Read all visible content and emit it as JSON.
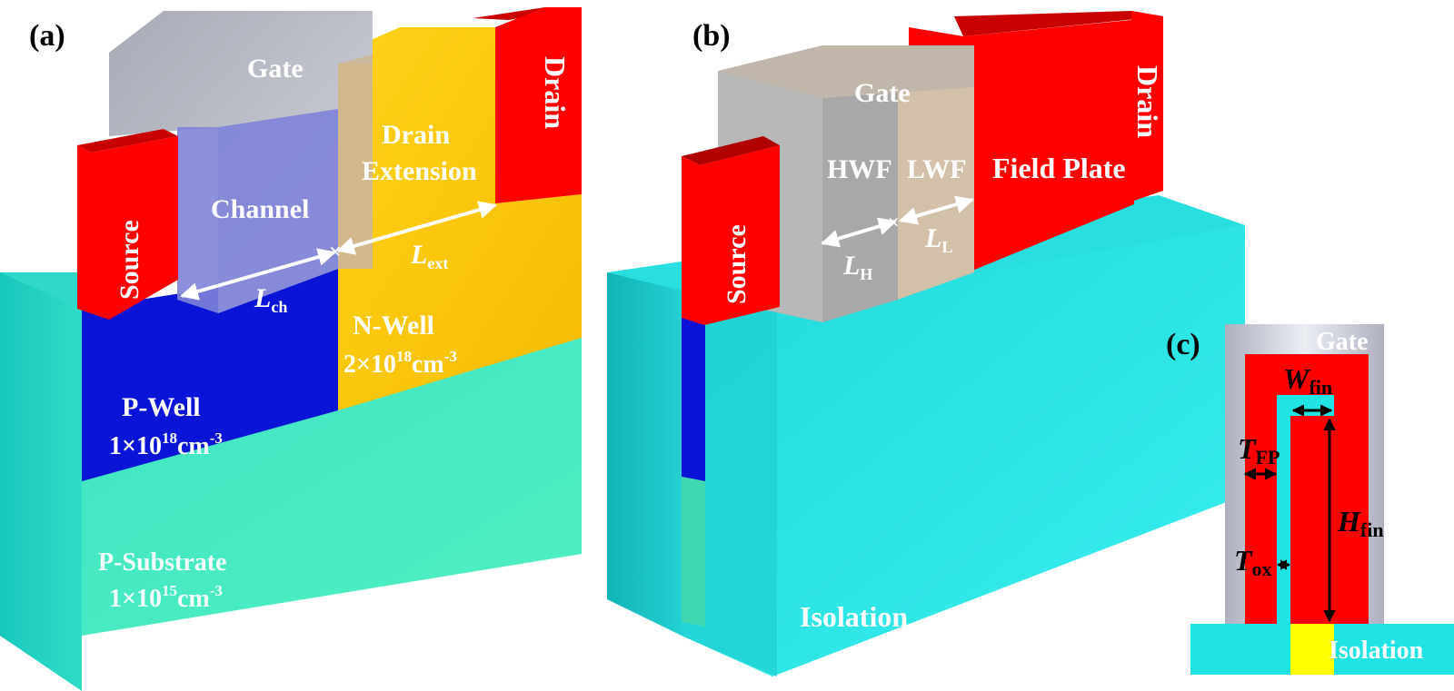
{
  "panel_a": {
    "label": "(a)",
    "gate": "Gate",
    "drain": "Drain",
    "source": "Source",
    "channel": "Channel",
    "drain_extension_line1": "Drain",
    "drain_extension_line2": "Extension",
    "l_ext_main": "L",
    "l_ext_sub": "ext",
    "l_ch_main": "L",
    "l_ch_sub": "ch",
    "nwell_name": "N-Well",
    "nwell_conc_coef": "2×10",
    "nwell_conc_exp": "18",
    "nwell_conc_unit": "cm",
    "nwell_conc_unit_exp": "-3",
    "pwell_name": "P-Well",
    "pwell_conc_coef": "1×10",
    "pwell_conc_exp": "18",
    "pwell_conc_unit": "cm",
    "pwell_conc_unit_exp": "-3",
    "psub_name": "P-Substrate",
    "psub_conc_coef": "1×10",
    "psub_conc_exp": "15",
    "psub_conc_unit": "cm",
    "psub_conc_unit_exp": "-3"
  },
  "panel_b": {
    "label": "(b)",
    "gate": "Gate",
    "drain": "Drain",
    "source": "Source",
    "hwf": "HWF",
    "lwf": "LWF",
    "field_plate": "Field Plate",
    "l_h_main": "L",
    "l_h_sub": "H",
    "l_l_main": "L",
    "l_l_sub": "L",
    "isolation": "Isolation"
  },
  "panel_c": {
    "label": "(c)",
    "gate": "Gate",
    "w_fin_main": "W",
    "w_fin_sub": "fin",
    "t_fp_main": "T",
    "t_fp_sub": "FP",
    "h_fin_main": "H",
    "h_fin_sub": "fin",
    "t_ox_main": "T",
    "t_ox_sub": "ox",
    "isolation": "Isolation"
  },
  "colors": {
    "contact_red": "#ff0000",
    "gate_gray": "#b8bac6",
    "channel_blue": "#7e83d8",
    "pwell_blue": "#0a14d6",
    "nwell_yellow": "#ffc800",
    "substrate_green": "#44e8c2",
    "isolation_cyan": "#20e4e4",
    "oxide_tan": "#cfb79a",
    "fin_yellow": "#ffff00"
  }
}
